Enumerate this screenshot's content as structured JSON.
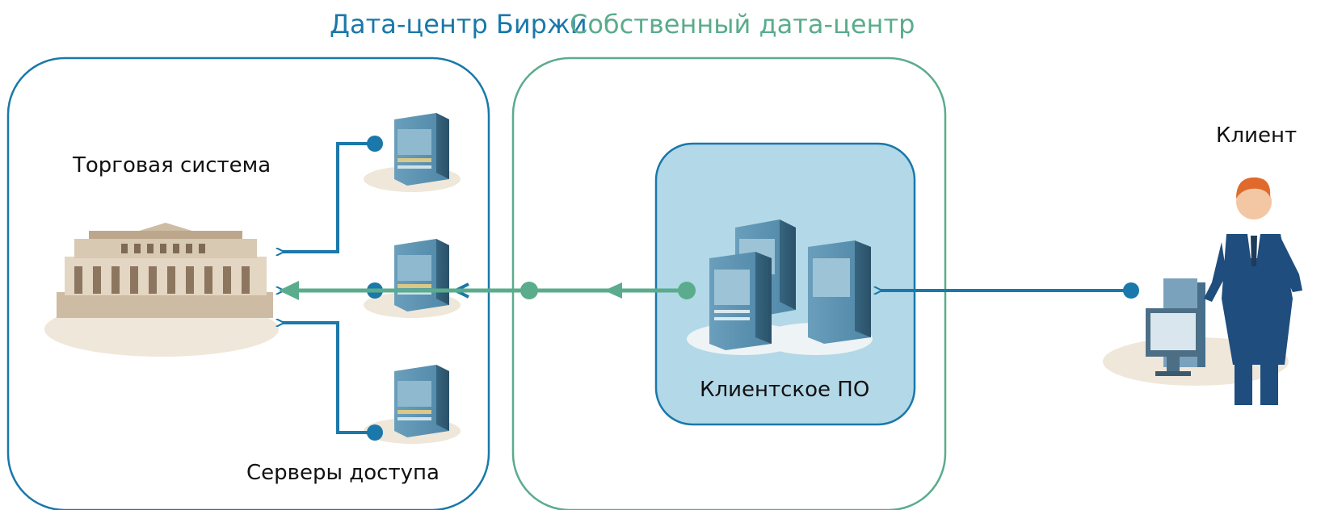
{
  "titles": {
    "exchange_dc": "Дата-центр Биржи",
    "own_dc": "Собственный дата-центр"
  },
  "labels": {
    "trading_system": "Торговая система",
    "access_servers": "Серверы доступа",
    "client_software": "Клиентское ПО",
    "client": "Клиент"
  },
  "colors": {
    "exchange_blue": "#1a78aa",
    "own_green": "#5aac8c",
    "client_box_fill": "#b3d8e8"
  },
  "icons": [
    "exchange-building-icon",
    "server-icon",
    "server-cluster-icon",
    "client-person-icon",
    "client-computer-icon"
  ]
}
